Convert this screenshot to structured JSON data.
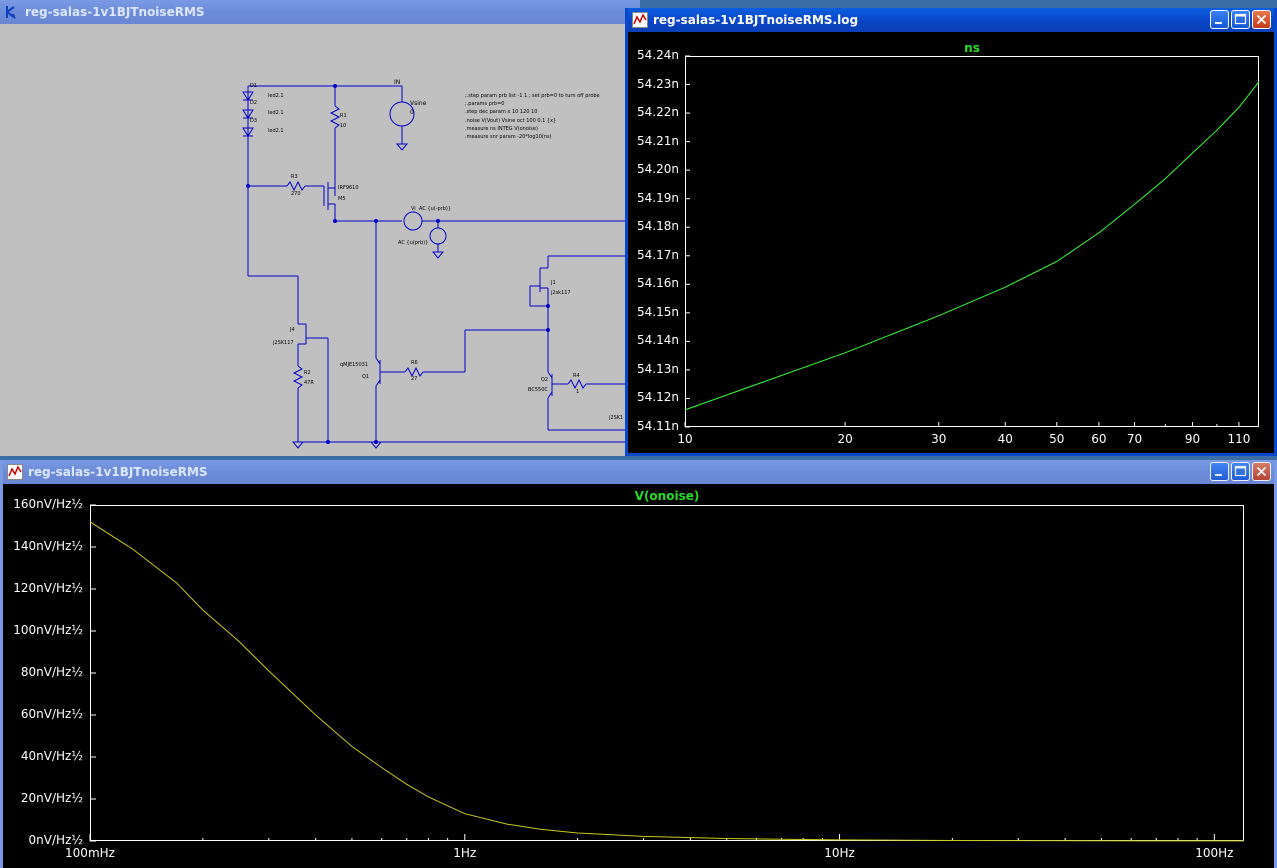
{
  "schematic_window": {
    "title": "reg-salas-1v1BJTnoiseRMS",
    "directives": [
      ";.step param prb list -1 1 ; set prb=0 to turn off probe",
      ";.params prb=0",
      ".step dec param x 10 120 10",
      ".noise V(Vout) Vsine oct 100 0.1 {x}",
      ".measure ns INTEG V(onoise)",
      ".measure snr param -20*log10(ns)"
    ],
    "labels": {
      "in": "IN",
      "vsine": "Vsine",
      "r1": "R1",
      "r1_val": "10",
      "r3": "R3",
      "r3_val": "270",
      "m5_model": "IRF9610",
      "m5": "M5",
      "d1": "D1",
      "d2": "D2",
      "d3": "D3",
      "led1": "led2.1",
      "led2": "led2.1",
      "led3": "led2.1",
      "vi": "Vi",
      "vi_ac": "AC {u(-prb)}",
      "ii_ac": "AC {u(prb)}",
      "j1": "J1",
      "j1_model": "j2sk117",
      "j4": "J4",
      "j4_model": "j2SK117",
      "r2": "R2",
      "r2_val": "47R",
      "q1_model": "qMJE15031",
      "q1": "Q1",
      "r6": "R6",
      "r6_val": "27",
      "q2": "Q2",
      "q2_model": "BC550C",
      "r4": "R4",
      "r4_val": "1",
      "j2sk_partial": "j2SK1",
      "vsine_val": "0"
    }
  },
  "log_window": {
    "title": "reg-salas-1v1BJTnoiseRMS.log",
    "plot_title": "ns",
    "y_ticks": [
      "54.24n",
      "54.23n",
      "54.22n",
      "54.21n",
      "54.20n",
      "54.19n",
      "54.18n",
      "54.17n",
      "54.16n",
      "54.15n",
      "54.14n",
      "54.13n",
      "54.12n",
      "54.11n"
    ],
    "x_ticks": [
      "10",
      "20",
      "30",
      "40",
      "50",
      "60",
      "70",
      "90",
      "110"
    ]
  },
  "noise_window": {
    "title": "reg-salas-1v1BJTnoiseRMS",
    "plot_title": "V(onoise)",
    "y_ticks": [
      "160nV/Hz½",
      "140nV/Hz½",
      "120nV/Hz½",
      "100nV/Hz½",
      "80nV/Hz½",
      "60nV/Hz½",
      "40nV/Hz½",
      "20nV/Hz½",
      "0nV/Hz½"
    ],
    "x_ticks": [
      "100mHz",
      "1Hz",
      "10Hz",
      "100Hz"
    ]
  },
  "colors": {
    "log_trace": "#33ff33",
    "noise_trace": "#c8c81e",
    "plot_title_green": "#22dd22",
    "wire": "#0000cc",
    "schematic_bg": "#c0c0c0"
  },
  "chart_data": [
    {
      "type": "line",
      "title": "ns",
      "xlabel": "",
      "ylabel": "",
      "x_scale": "log",
      "xlim": [
        10,
        120
      ],
      "ylim": [
        54.11,
        54.24
      ],
      "y_unit": "n",
      "x": [
        10,
        20,
        30,
        40,
        50,
        60,
        70,
        80,
        90,
        100,
        110,
        120
      ],
      "series": [
        {
          "values": [
            54.116,
            54.136,
            54.149,
            54.159,
            54.168,
            54.178,
            54.188,
            54.197,
            54.206,
            54.214,
            54.222,
            54.231
          ]
        }
      ],
      "grid": false
    },
    {
      "type": "line",
      "title": "V(onoise)",
      "xlabel": "",
      "ylabel": "",
      "x_scale": "log",
      "xlim": [
        0.1,
        120
      ],
      "ylim": [
        0,
        160
      ],
      "y_unit": "nV/Hz½",
      "x": [
        0.1,
        0.13,
        0.17,
        0.2,
        0.25,
        0.3,
        0.4,
        0.5,
        0.6,
        0.7,
        0.8,
        1.0,
        1.3,
        1.6,
        2,
        3,
        5,
        7,
        10,
        20,
        50,
        100,
        120
      ],
      "series": [
        {
          "values": [
            152,
            139,
            123,
            110,
            95,
            81,
            60,
            45,
            35,
            27,
            21,
            13,
            8,
            5.5,
            3.8,
            2.2,
            1.2,
            0.8,
            0.5,
            0.25,
            0.1,
            0.05,
            0.04
          ]
        }
      ],
      "grid": false
    }
  ]
}
